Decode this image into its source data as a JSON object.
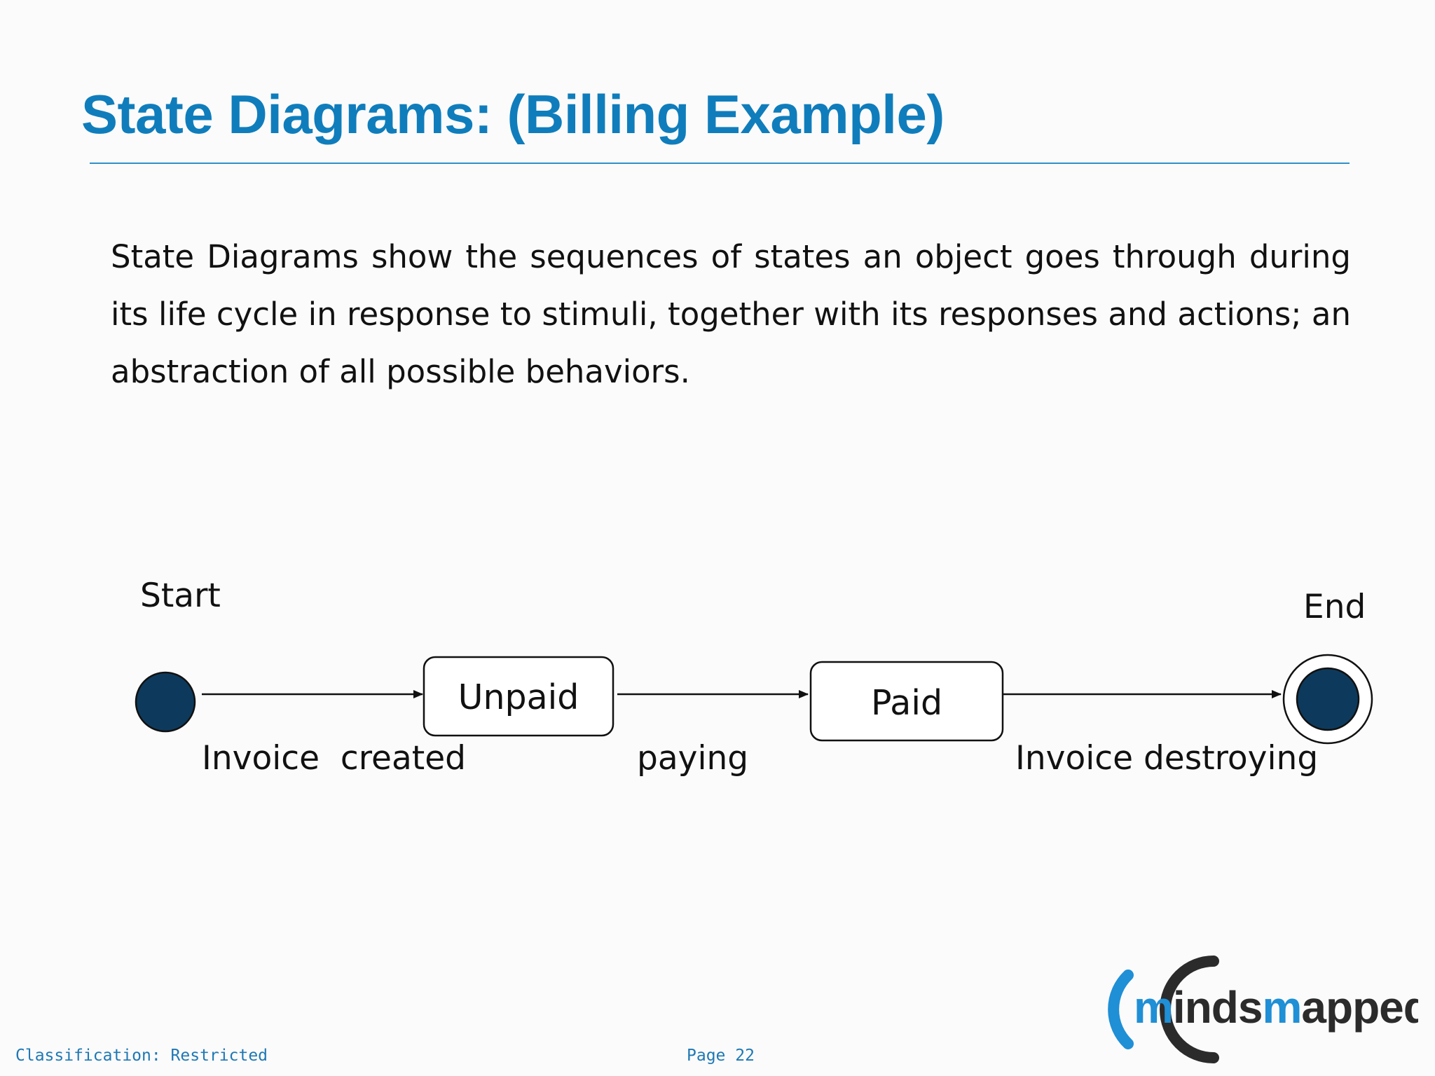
{
  "slide": {
    "title": "State Diagrams: (Billing Example)",
    "body": "State Diagrams show the sequences of states an object goes through during its life cycle in response to stimuli, together with its responses and actions; an abstraction of all possible behaviors."
  },
  "diagram": {
    "start_label": "Start",
    "end_label": "End",
    "states": [
      "Unpaid",
      "Paid"
    ],
    "transitions": [
      {
        "from": "Start",
        "to": "Unpaid",
        "label": "Invoice  created"
      },
      {
        "from": "Unpaid",
        "to": "Paid",
        "label": "paying"
      },
      {
        "from": "Paid",
        "to": "End",
        "label": "Invoice destroying"
      }
    ],
    "colors": {
      "node_fill": "#0d3a5c",
      "line": "#111111"
    }
  },
  "footer": {
    "classification": "Classification: Restricted",
    "page": "Page 22"
  },
  "logo": {
    "text_dark": "minds",
    "text_blue": "m",
    "text_rest": "apped",
    "colors": {
      "dark": "#2b2b2b",
      "blue": "#1f8fd6"
    }
  }
}
